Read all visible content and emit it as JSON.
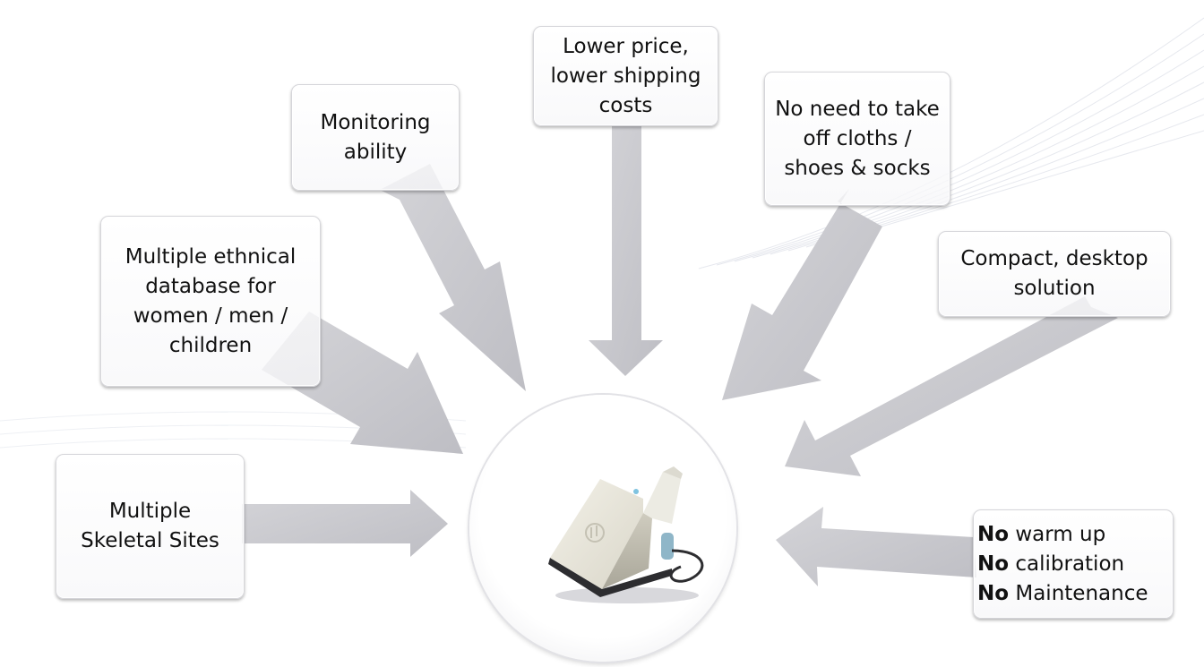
{
  "diagram": {
    "features": [
      {
        "text": "Multiple ethnical database for women / men / children"
      },
      {
        "text": "Monitoring ability"
      },
      {
        "text": "Lower price, lower shipping costs"
      },
      {
        "text": "No need to take off cloths / shoes & socks"
      },
      {
        "text": "Compact, desktop solution"
      },
      {
        "text": "Multiple Skeletal Sites"
      }
    ],
    "no_list": [
      {
        "bold": "No",
        "rest": " warm up"
      },
      {
        "bold": "No",
        "rest": " calibration"
      },
      {
        "bold": "No",
        "rest": " Maintenance"
      }
    ],
    "center": {
      "icon": "bone-densitometer-device-icon"
    },
    "colors": {
      "arrow": "#c8c8cc",
      "box_border": "#d6d6da",
      "text": "#111111"
    }
  }
}
